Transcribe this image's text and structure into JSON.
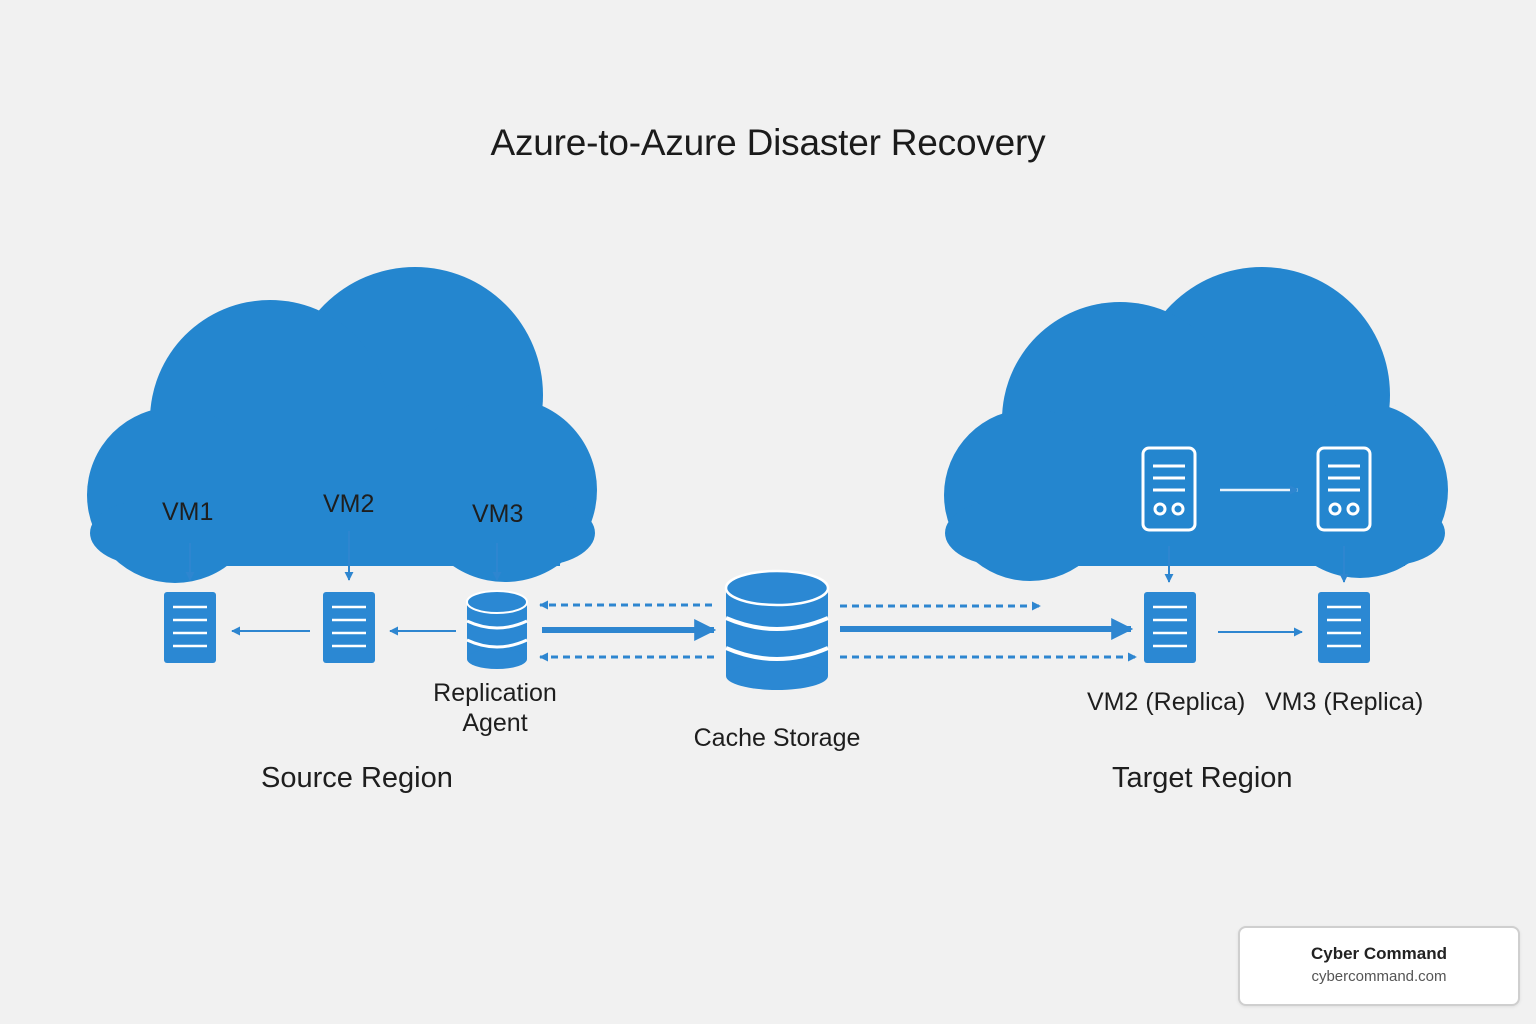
{
  "diagram": {
    "title": "Azure-to-Azure Disaster Recovery",
    "source_region": {
      "label": "Source Region",
      "vms": [
        "VM1",
        "VM2",
        "VM3"
      ],
      "agent_label_line1": "Replication",
      "agent_label_line2": "Agent"
    },
    "cache": {
      "label": "Cache Storage"
    },
    "target_region": {
      "label": "Target Region",
      "replicas": [
        "VM2 (Replica)",
        "VM3 (Replica)"
      ]
    },
    "colors": {
      "cloud": "#2486cf",
      "icon": "#2b88d3",
      "arrow": "#2e86d0",
      "text": "#1e1e1e",
      "background": "#f1f1f1"
    }
  },
  "badge": {
    "name": "Cyber Command",
    "url": "cybercommand.com"
  }
}
